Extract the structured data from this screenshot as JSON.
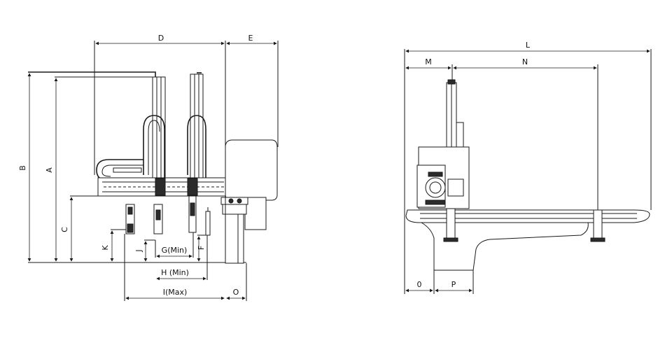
{
  "diagram": {
    "labels": {
      "A": "A",
      "B": "B",
      "C": "C",
      "D": "D",
      "E": "E",
      "F": "F",
      "G": "G(Min)",
      "H": "H (Min)",
      "I": "I(Max)",
      "J": "J",
      "K": "K",
      "L": "L",
      "M": "M",
      "N": "N",
      "O": "O",
      "P": "P",
      "O2": "0"
    },
    "colors": {
      "line": "#1a1a1a",
      "background": "#ffffff",
      "dark_part": "#2b2b2b"
    }
  }
}
